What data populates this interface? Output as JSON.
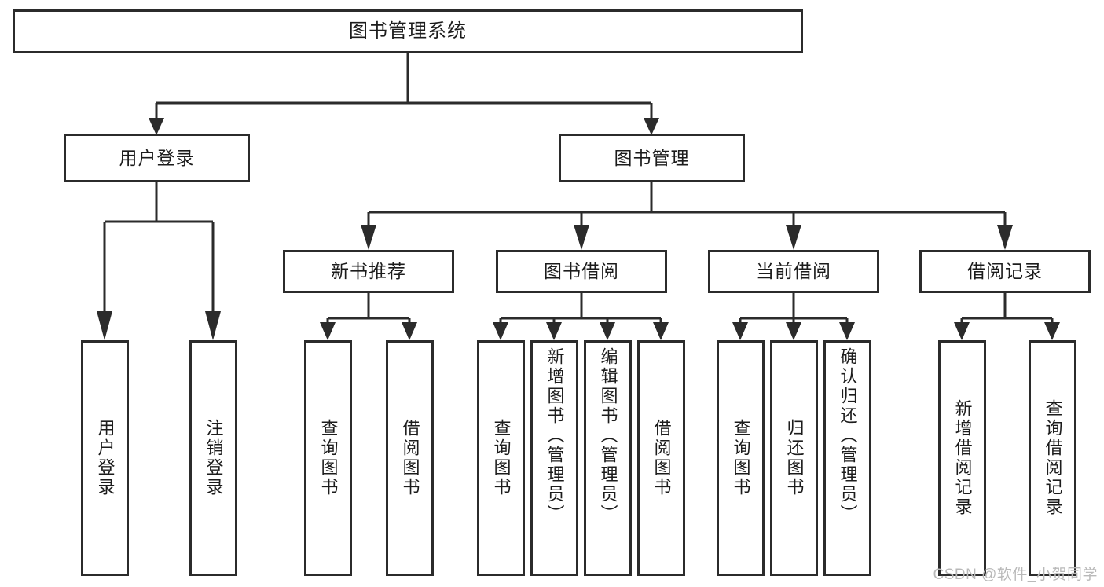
{
  "diagram": {
    "type": "tree",
    "title": "图书管理系统",
    "watermark": "CSDN @软件_小贺同学",
    "colors": {
      "stroke": "#2b2b2b",
      "fill": "#ffffff",
      "text": "#1c1c1c",
      "watermark": "#b9b9b9"
    },
    "root": {
      "label": "图书管理系统"
    },
    "level2": [
      {
        "label": "用户登录"
      },
      {
        "label": "图书管理"
      }
    ],
    "level3": [
      {
        "label": "新书推荐"
      },
      {
        "label": "图书借阅"
      },
      {
        "label": "当前借阅"
      },
      {
        "label": "借阅记录"
      }
    ],
    "leaves": [
      {
        "label": "用户登录",
        "parent": "用户登录"
      },
      {
        "label": "注销登录",
        "parent": "用户登录"
      },
      {
        "label": "查询图书",
        "parent": "新书推荐"
      },
      {
        "label": "借阅图书",
        "parent": "新书推荐"
      },
      {
        "label": "查询图书",
        "parent": "图书借阅"
      },
      {
        "label": "新增图书（管理员）",
        "parent": "图书借阅"
      },
      {
        "label": "编辑图书（管理员）",
        "parent": "图书借阅"
      },
      {
        "label": "借阅图书",
        "parent": "图书借阅"
      },
      {
        "label": "查询图书",
        "parent": "当前借阅"
      },
      {
        "label": "归还图书",
        "parent": "当前借阅"
      },
      {
        "label": "确认归还（管理员）",
        "parent": "当前借阅"
      },
      {
        "label": "新增借阅记录",
        "parent": "借阅记录"
      },
      {
        "label": "查询借阅记录",
        "parent": "借阅记录"
      }
    ]
  }
}
